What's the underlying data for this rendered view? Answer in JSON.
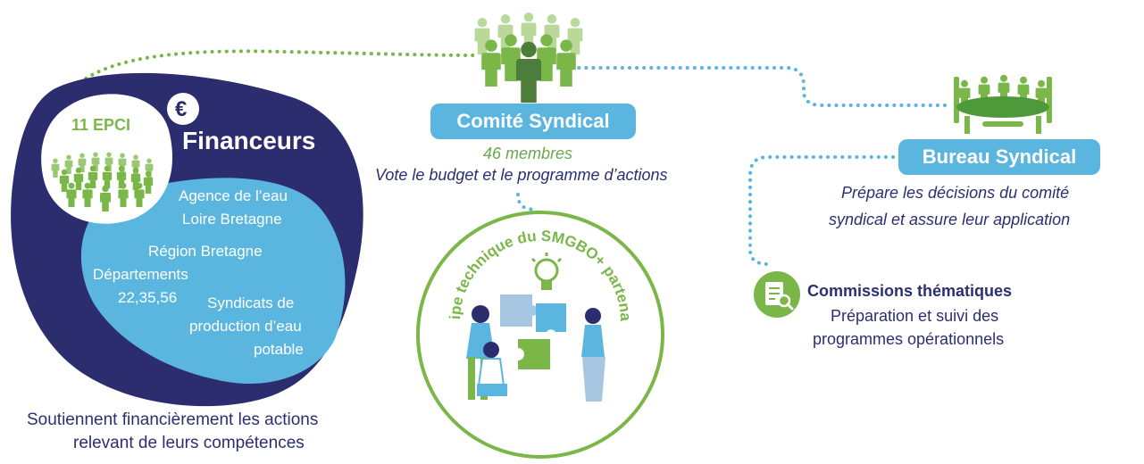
{
  "colors": {
    "navy": "#2b2d6f",
    "light_blue": "#5bb6df",
    "green": "#7ab648",
    "dark_green": "#4e7c3a",
    "pale_green": "#b9d89a",
    "text_dark": "#2b2f72",
    "text_green": "#6aa84f"
  },
  "financeurs": {
    "epci_label": "11 EPCI",
    "euro_symbol": "€",
    "title": "Financeurs",
    "agence_line1": "Agence de l’eau",
    "agence_line2": "Loire Bretagne",
    "region": "Région Bretagne",
    "departements_line1": "Départements",
    "departements_line2": "22,35,56",
    "syndicats_line1": "Syndicats de",
    "syndicats_line2": "production d’eau",
    "syndicats_line3": "potable",
    "caption_line1": "Soutiennent financièrement les actions",
    "caption_line2": "relevant de leurs compétences"
  },
  "comite": {
    "title": "Comité Syndical",
    "members": "46 membres",
    "description": "Vote le budget et le programme d’actions"
  },
  "bureau": {
    "title": "Bureau Syndical",
    "description_line1": "Prépare les décisions du comité",
    "description_line2": "syndical et assure leur application"
  },
  "commissions": {
    "title": "Commissions thématiques",
    "description_line1": "Préparation et suivi des",
    "description_line2": "programmes opérationnels"
  },
  "equipe": {
    "arc_text": "Équipe technique du SMGBO+ partenaires"
  }
}
